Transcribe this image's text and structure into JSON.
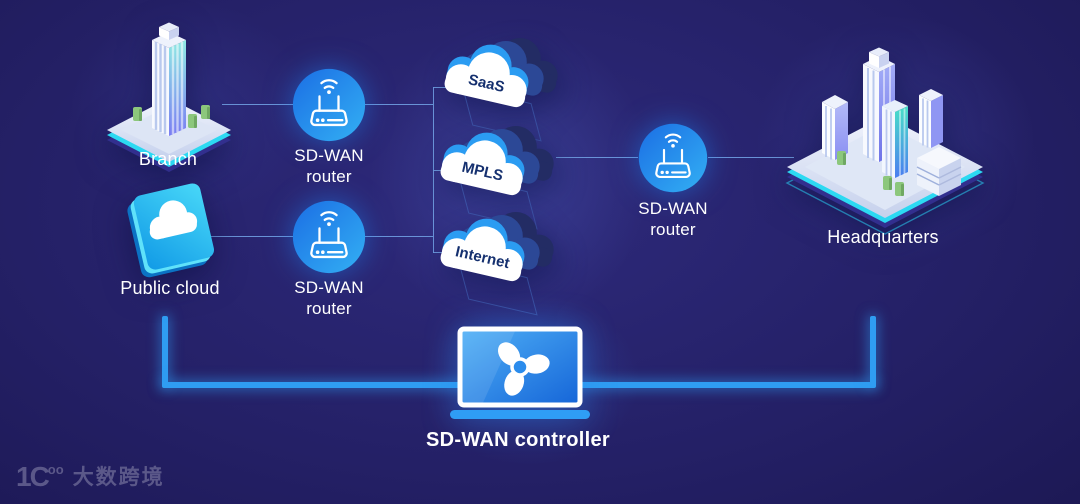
{
  "diagram": {
    "nodes": {
      "branch": {
        "label": "Branch"
      },
      "public_cloud": {
        "label": "Public cloud"
      },
      "router_top": {
        "label": "SD-WAN router"
      },
      "router_bottom": {
        "label": "SD-WAN router"
      },
      "router_right": {
        "label": "SD-WAN router"
      },
      "cloud_saas": {
        "label": "SaaS"
      },
      "cloud_mpls": {
        "label": "MPLS"
      },
      "cloud_internet": {
        "label": "Internet"
      },
      "headquarters": {
        "label": "Headquarters"
      },
      "controller": {
        "label": "SD-WAN controller"
      }
    },
    "colors": {
      "background_center": "#2e2a7c",
      "background_edge": "#161243",
      "accent_line_blue": "#2f9df2",
      "thin_line_blue": "#6f9ce0",
      "router_circle_light": "#35aef5",
      "router_circle_dark": "#1063dc",
      "cloud_roof_blue": "#2b9cf2",
      "cloud_text_navy": "#15306f",
      "cyan_edge": "#2cd9f2",
      "label_white": "#ffffff",
      "watermark_purple": "#5b5889"
    }
  },
  "watermark": {
    "logo_main": "1Ϲ",
    "logo_sup": "oo",
    "name": "大数跨境"
  }
}
